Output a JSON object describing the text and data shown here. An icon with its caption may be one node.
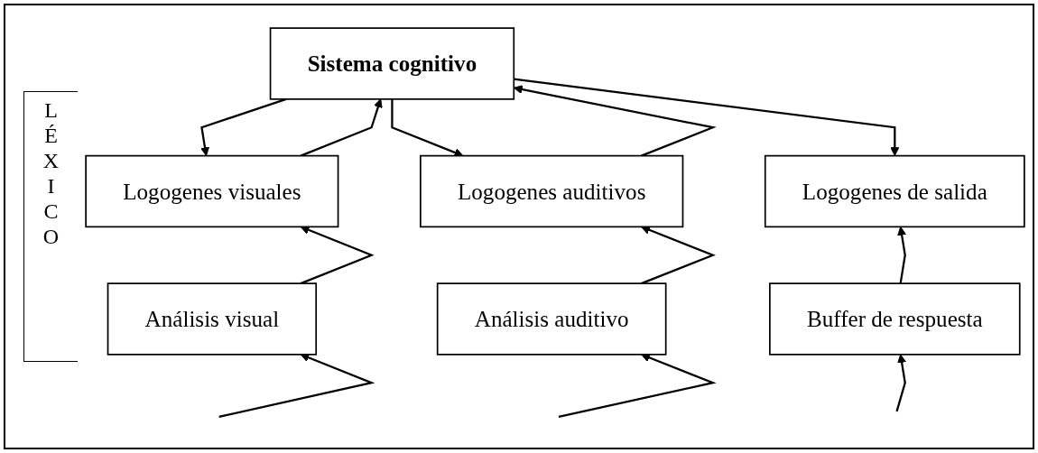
{
  "diagram": {
    "nodes": [
      {
        "text": [
          "Sistema cognitivo"
        ]
      },
      {
        "text": [
          "Logogenes visuales"
        ]
      },
      {
        "text": [
          "Logogenes auditivos"
        ]
      },
      {
        "text": [
          "Logogenes de salida"
        ]
      },
      {
        "text": [
          "Análisis visual"
        ]
      },
      {
        "text": [
          "Análisis auditivo"
        ]
      },
      {
        "text": [
          "Buffer de respuesta"
        ]
      }
    ],
    "edges": [
      {
        "from": 1,
        "to": 0,
        "arrow": "to"
      },
      {
        "from": 0,
        "to": 1,
        "arrow": "to"
      },
      {
        "from": 2,
        "to": 0,
        "arrow": "to"
      },
      {
        "from": 0,
        "to": 2,
        "arrow": "to"
      },
      {
        "from": 0,
        "to": 3,
        "arrow": "to"
      },
      {
        "from": 4,
        "to": 1,
        "arrow": "to"
      },
      {
        "from": 5,
        "to": 2,
        "arrow": "to"
      },
      {
        "from": 6,
        "to": 3,
        "arrow": "to"
      },
      {
        "from": null,
        "to": 4,
        "arrow": "to"
      },
      {
        "from": null,
        "to": 5,
        "arrow": "to"
      },
      {
        "from": null,
        "to": 6,
        "arrow": "to"
      }
    ],
    "labels": [
      "LÉXICO"
    ]
  }
}
